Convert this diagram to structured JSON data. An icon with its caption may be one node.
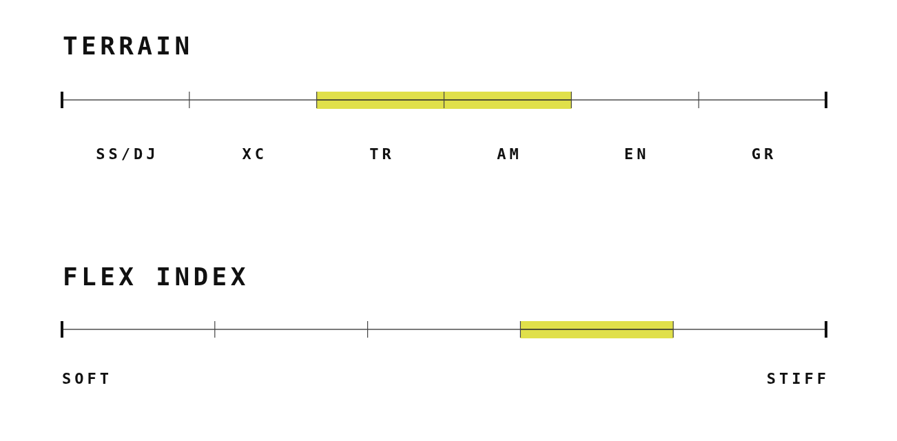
{
  "diagram": {
    "labels": [
      "TERRAIN",
      "SS/DJ",
      "XC",
      "TR",
      "AM",
      "EN",
      "GR",
      "FLEX INDEX",
      "SOFT",
      "STIFF"
    ]
  }
}
